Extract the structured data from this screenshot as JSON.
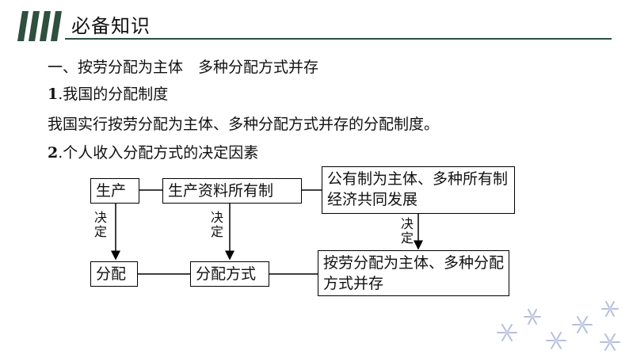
{
  "header": {
    "title": "必备知识"
  },
  "section": {
    "heading": "一、按劳分配为主体　多种分配方式并存",
    "item1_num": "1",
    "item1_title": ".我国的分配制度",
    "item1_body": "我国实行按劳分配为主体、多种分配方式并存的分配制度。",
    "item2_num": "2",
    "item2_title": ".个人收入分配方式的决定因素"
  },
  "diagram": {
    "production": "生产",
    "ownership": "生产资料所有制",
    "public_ownership": "公有制为主体、多种所有制经济共同发展",
    "distribution": "分配",
    "dist_mode": "分配方式",
    "labor_dist": "按劳分配为主体、多种分配方式并存",
    "label1": "决定",
    "label2": "决定",
    "label3": "决定"
  }
}
